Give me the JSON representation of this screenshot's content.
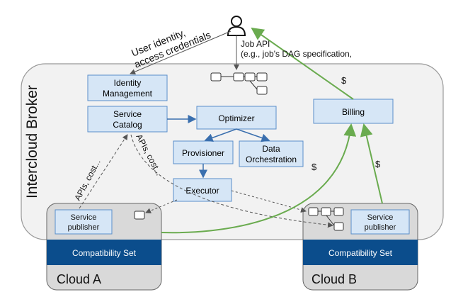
{
  "broker": {
    "label": "Intercloud Broker"
  },
  "user": {
    "label_line1": "User identity,",
    "label_line2": "access credentials"
  },
  "job_api": {
    "line1": "Job API",
    "line2": "(e.g., job's DAG specification,"
  },
  "components": {
    "identity": {
      "line1": "Identity",
      "line2": "Management"
    },
    "catalog": {
      "line1": "Service",
      "line2": "Catalog"
    },
    "optimizer": {
      "label": "Optimizer"
    },
    "provisioner": {
      "label": "Provisioner"
    },
    "data_orch": {
      "line1": "Data",
      "line2": "Orchestration"
    },
    "executor": {
      "label": "Executor"
    },
    "billing": {
      "label": "Billing"
    }
  },
  "edge_labels": {
    "apis_cost_1": "APIs, cost...",
    "apis_cost_2": "APIs, cost...",
    "dollar_top": "$",
    "dollar_mid": "$",
    "dollar_right": "$"
  },
  "cloud_a": {
    "name": "Cloud A",
    "publisher_line1": "Service",
    "publisher_line2": "publisher",
    "compat": "Compatibility Set"
  },
  "cloud_b": {
    "name": "Cloud B",
    "publisher_line1": "Service",
    "publisher_line2": "publisher",
    "compat": "Compatibility Set"
  },
  "colors": {
    "box_fill": "#d6e6f6",
    "box_stroke": "#5b8fc9",
    "blue_arrow": "#3a6fae",
    "green_arrow": "#6aab4f",
    "compat_fill": "#0b4d8c",
    "cloud_fill": "#d9d9d9"
  }
}
